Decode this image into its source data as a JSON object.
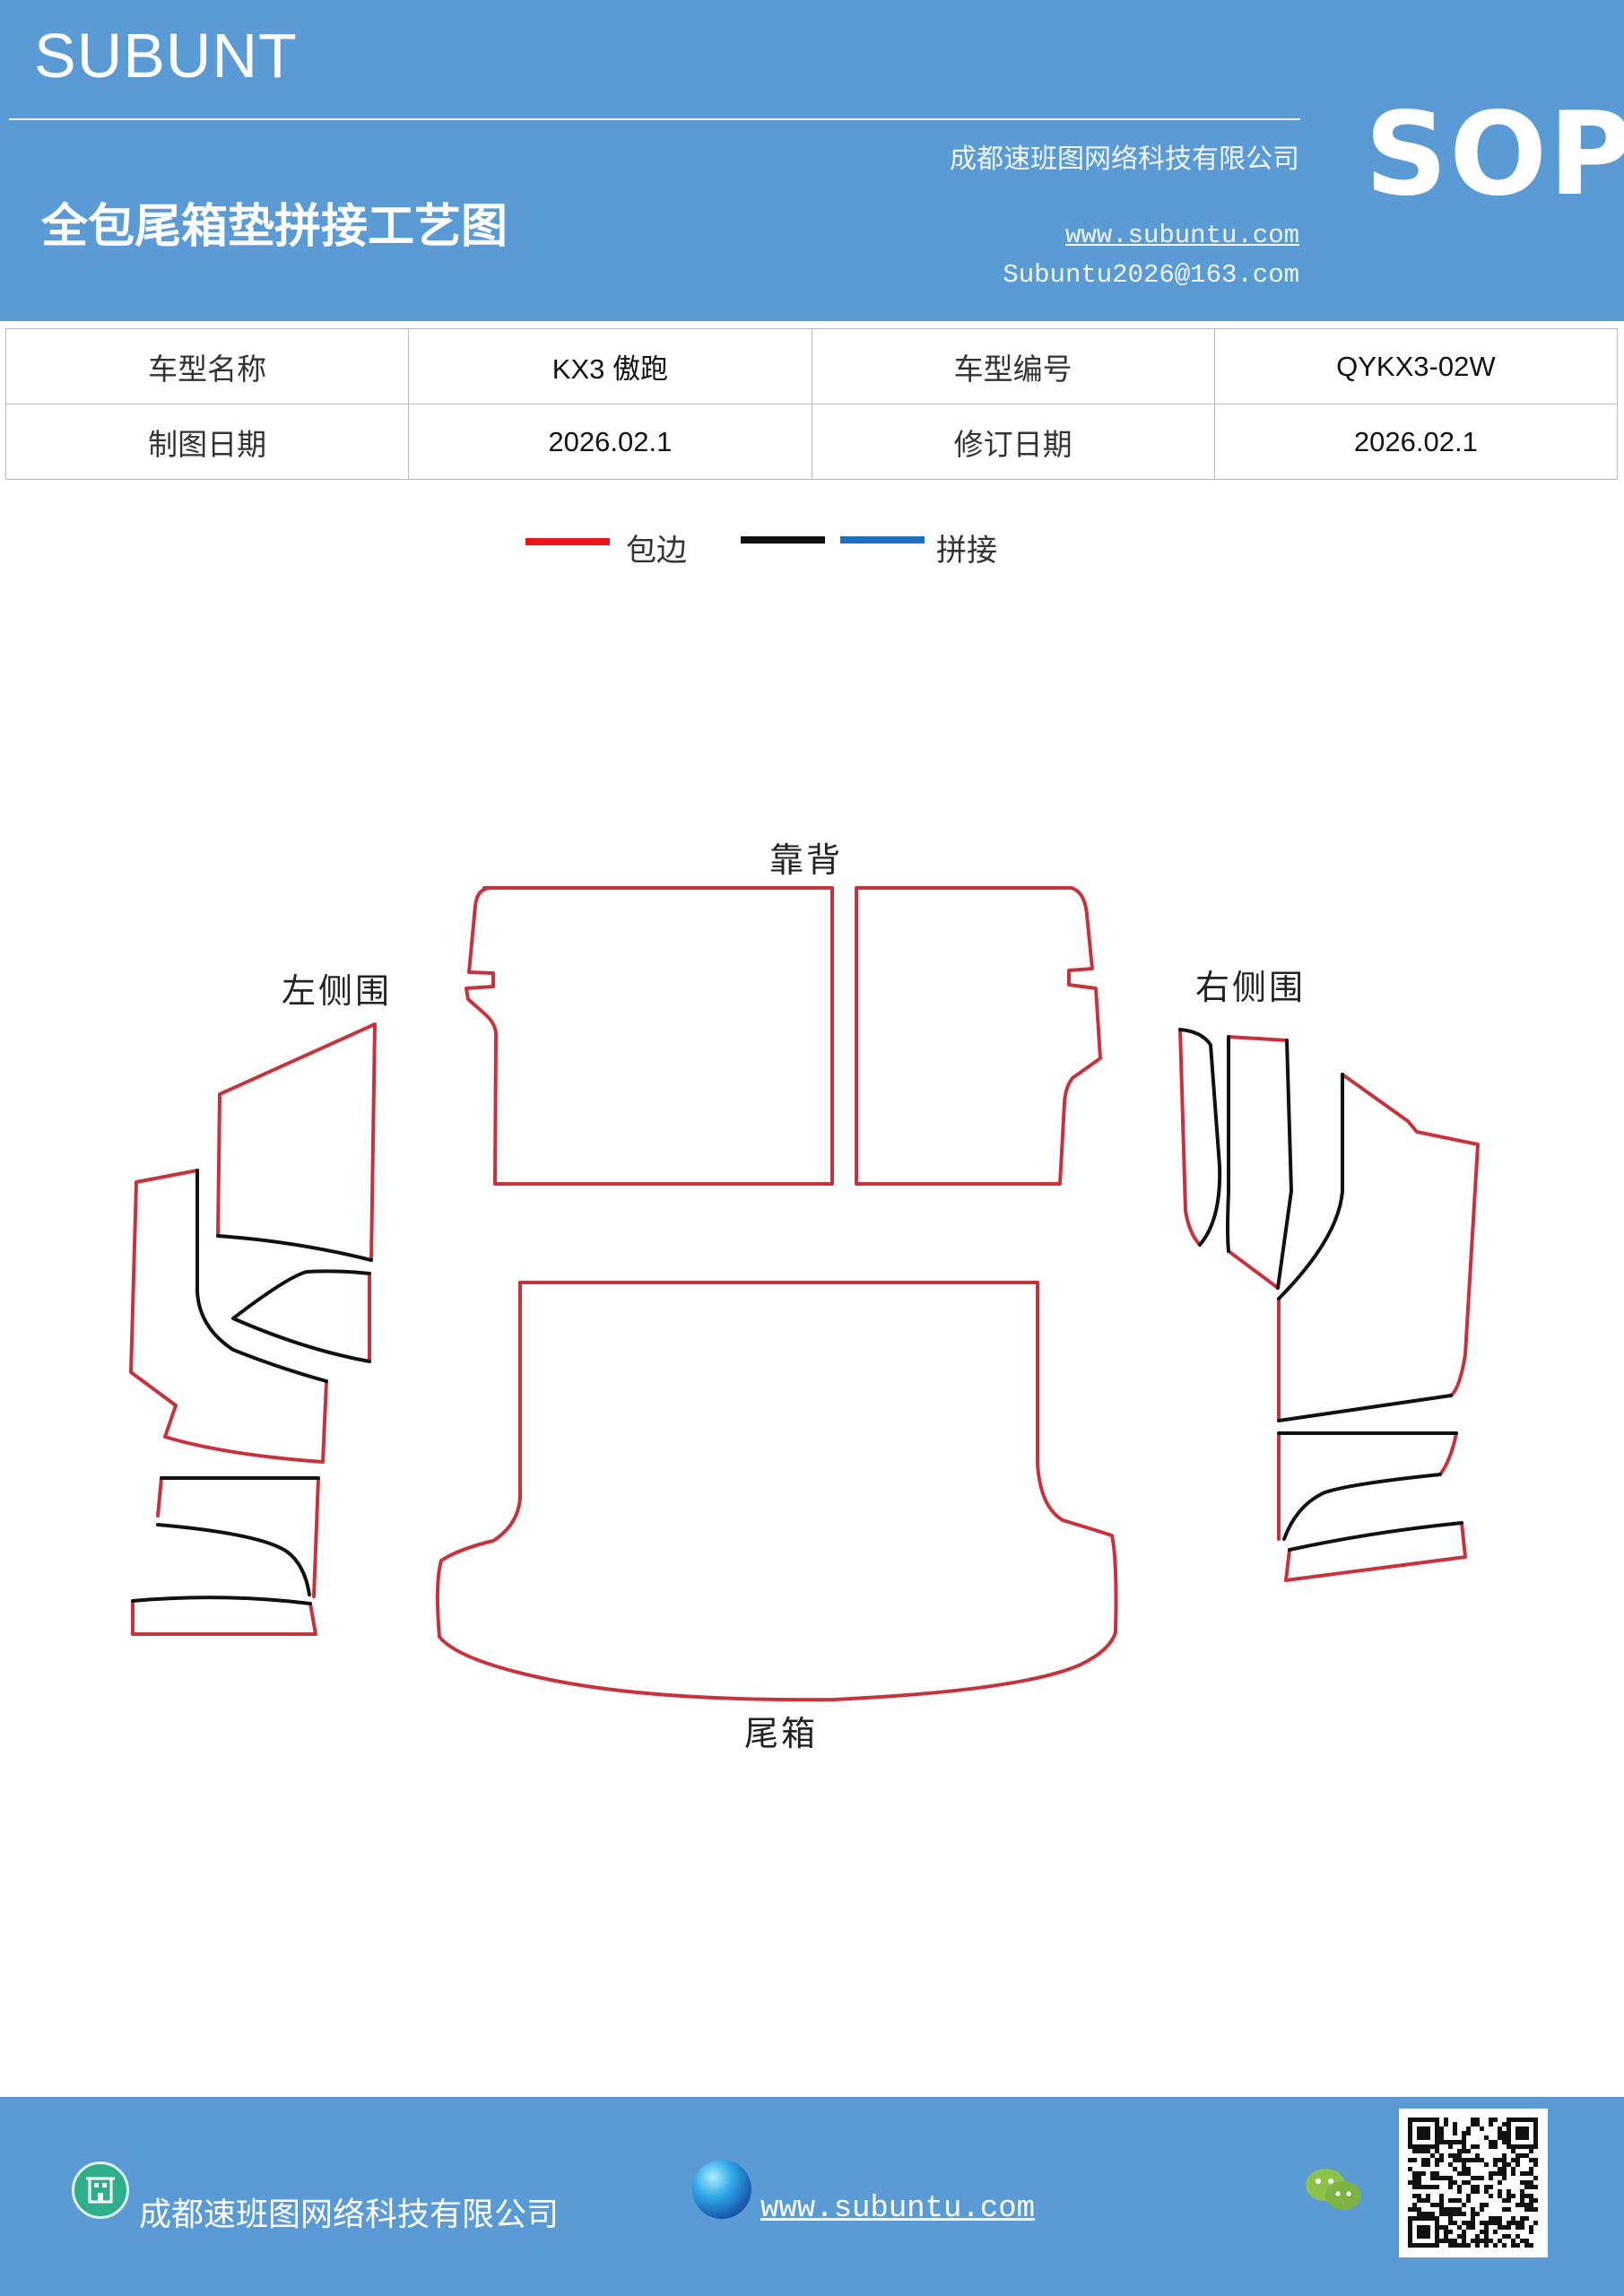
{
  "header": {
    "brand": "SUBUNT",
    "company": "成都速班图网络科技有限公司",
    "title": "全包尾箱垫拼接工艺图",
    "website": "www.subuntu.com",
    "email": "Subuntu2026@163.com",
    "sop": "SOP"
  },
  "info": {
    "model_name_label": "车型名称",
    "model_name": "KX3 傲跑",
    "model_code_label": "车型编号",
    "model_code": "QYKX3-02W",
    "draw_date_label": "制图日期",
    "draw_date": "2026.02.1",
    "revise_date_label": "修订日期",
    "revise_date": "2026.02.1"
  },
  "legend": {
    "edge_label": "包边",
    "join_label": "拼接",
    "edge_color": "#e8141c",
    "join_color_black": "#111111",
    "join_color_blue": "#1f6fc0"
  },
  "parts": {
    "backrest": "靠背",
    "left_side": "左侧围",
    "right_side": "右侧围",
    "trunk": "尾箱"
  },
  "colors": {
    "header_bg": "#5b9bd5",
    "outline_red": "#c8323a",
    "seam_black": "#111111"
  },
  "footer": {
    "company": "成都速班图网络科技有限公司",
    "website": "www.subuntu.com"
  }
}
